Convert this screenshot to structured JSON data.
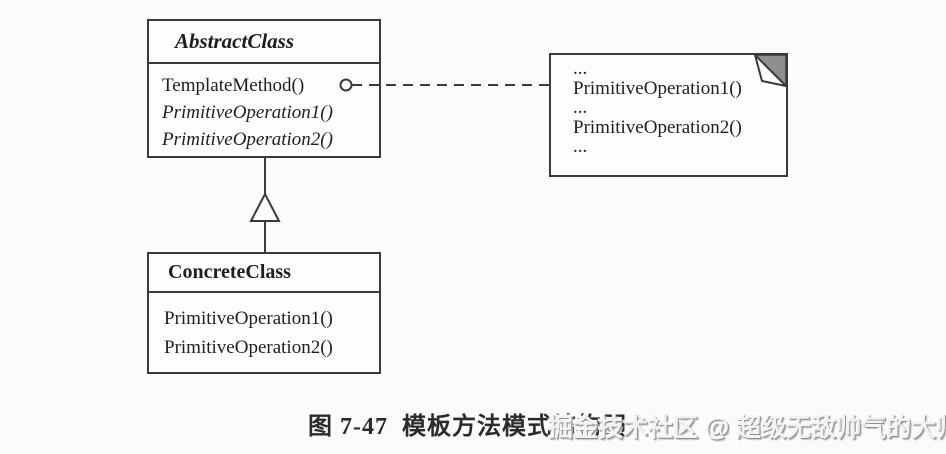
{
  "figure": {
    "caption": "图 7-47  模板方法模式结构图",
    "watermark": "掘金技术社区 @ 超级无敌帅气的大帅哥"
  },
  "diagram": {
    "abstract_class": {
      "name": "AbstractClass",
      "methods": [
        {
          "label": "TemplateMethod()"
        },
        {
          "label": "PrimitiveOperation1()"
        },
        {
          "label": "PrimitiveOperation2()"
        }
      ]
    },
    "concrete_class": {
      "name": "ConcreteClass",
      "methods": [
        {
          "label": "PrimitiveOperation1()"
        },
        {
          "label": "PrimitiveOperation2()"
        }
      ]
    },
    "note": {
      "lines": [
        "...",
        "PrimitiveOperation1()",
        "...",
        "PrimitiveOperation2()",
        "..."
      ]
    },
    "relationships": [
      {
        "type": "generalization",
        "from": "ConcreteClass",
        "to": "AbstractClass"
      },
      {
        "type": "note-link",
        "from": "AbstractClass.TemplateMethod()",
        "to": "note"
      }
    ]
  },
  "colors": {
    "line": "#3a3a3a",
    "note_fold_gray": "#8f8f8f",
    "background": "#fbfbfb",
    "watermark_fill": "#f2f2f2"
  }
}
